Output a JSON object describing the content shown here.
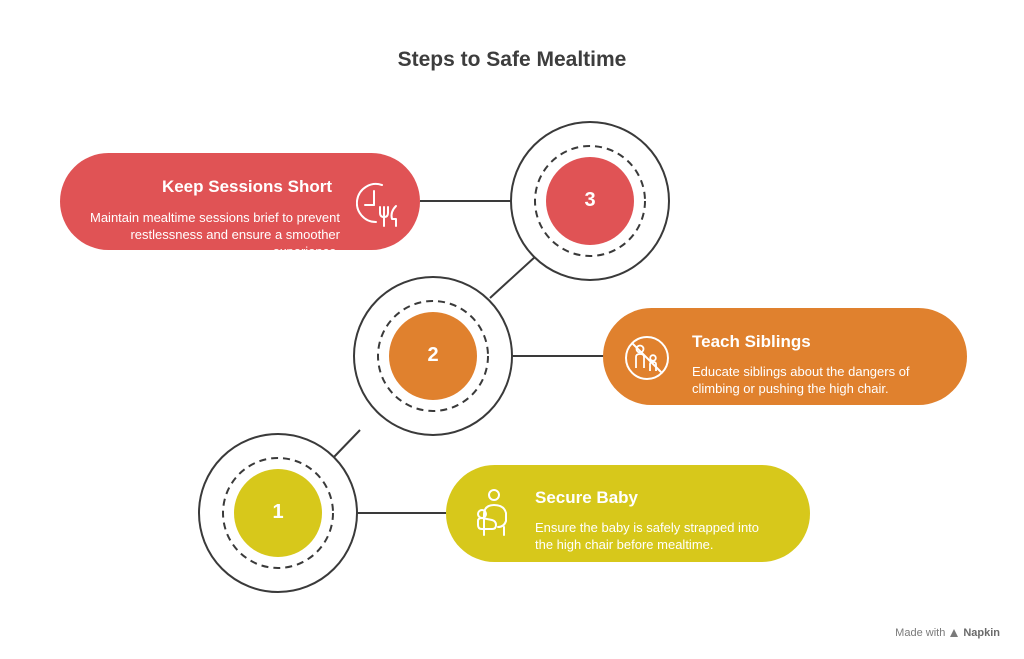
{
  "title": "Steps to Safe Mealtime",
  "colors": {
    "step1": "#d7c81b",
    "step2": "#e0812e",
    "step3": "#e05355",
    "line": "#3a3a3a"
  },
  "steps": [
    {
      "number": "1",
      "title": "Secure Baby",
      "description": "Ensure the baby is safely strapped into the high chair before mealtime.",
      "icon": "parent-holding-baby-icon"
    },
    {
      "number": "2",
      "title": "Teach Siblings",
      "description": "Educate siblings about the dangers of climbing or pushing the high chair.",
      "icon": "no-children-icon"
    },
    {
      "number": "3",
      "title": "Keep Sessions Short",
      "description": "Maintain mealtime sessions brief to prevent restlessness and ensure a smoother experience.",
      "icon": "cutlery-clock-icon"
    }
  ],
  "footer": {
    "made_with": "Made with",
    "brand": "Napkin"
  }
}
